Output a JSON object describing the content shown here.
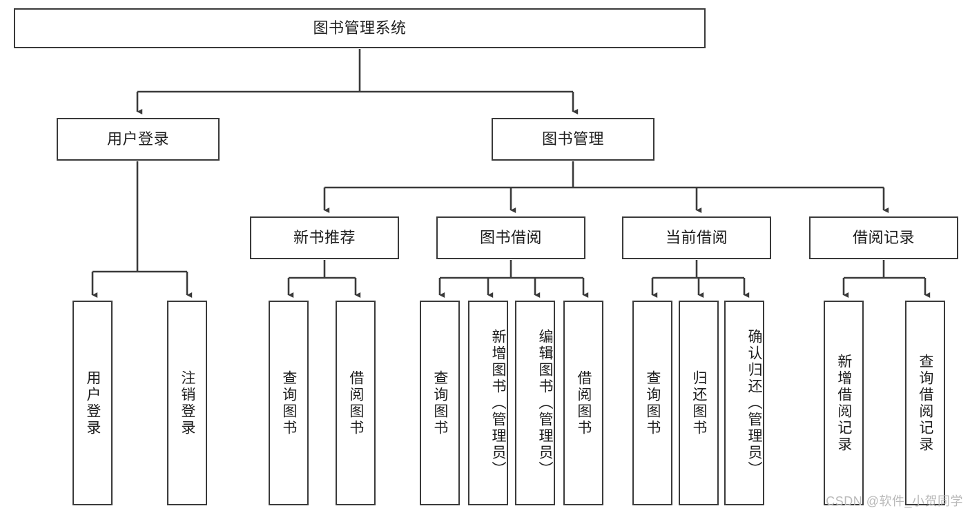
{
  "diagram": {
    "title": "图书管理系统",
    "type": "tree-hierarchy",
    "background_color": "#ffffff",
    "line_color": "#3a3a3a",
    "box_border_color": "#3a3a3a",
    "box_fill_color": "#ffffff",
    "text_color": "#1d1d1d"
  },
  "root": {
    "label": "图书管理系统"
  },
  "level1": [
    {
      "label": "用户登录"
    },
    {
      "label": "图书管理"
    }
  ],
  "level2": [
    {
      "label": "新书推荐"
    },
    {
      "label": "图书借阅"
    },
    {
      "label": "当前借阅"
    },
    {
      "label": "借阅记录"
    }
  ],
  "leaves": {
    "user_login": [
      {
        "label": "用户登录"
      },
      {
        "label": "注销登录"
      }
    ],
    "new_book_recommend": [
      {
        "label": "查询图书"
      },
      {
        "label": "借阅图书"
      }
    ],
    "book_borrow": [
      {
        "label": "查询图书"
      },
      {
        "label": "新增图书（管理员）"
      },
      {
        "label": "编辑图书（管理员）"
      },
      {
        "label": "借阅图书"
      }
    ],
    "current_borrow": [
      {
        "label": "查询图书"
      },
      {
        "label": "归还图书"
      },
      {
        "label": "确认归还（管理员）"
      }
    ],
    "borrow_record": [
      {
        "label": "新增借阅记录"
      },
      {
        "label": "查询借阅记录"
      }
    ]
  },
  "watermark": {
    "text": "CSDN @软件_小贺同学"
  }
}
